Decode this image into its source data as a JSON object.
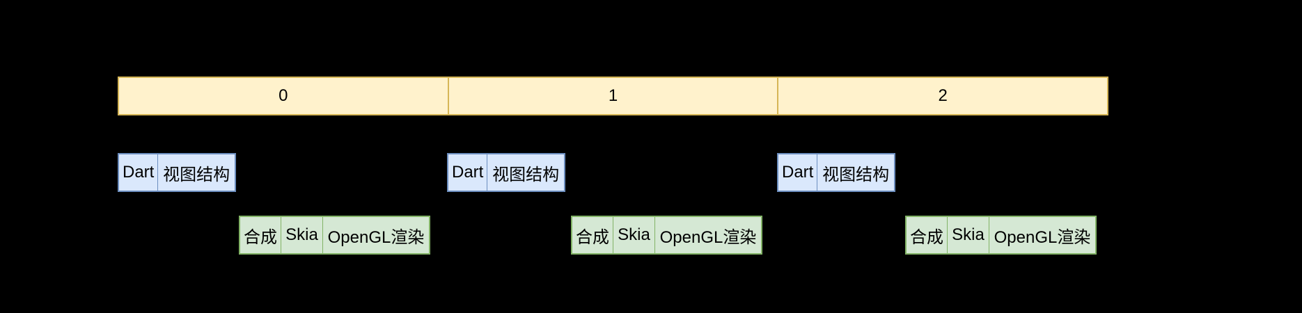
{
  "diagram": {
    "description_colors": {
      "background": "#000000",
      "timeline_fill": "#FFF2CC",
      "timeline_border": "#D6B656",
      "ui_box_fill": "#DAE8FC",
      "ui_box_border": "#6C8EBF",
      "gpu_box_fill": "#D5E8D4",
      "gpu_box_border": "#82B366",
      "text": "#000000"
    },
    "timeline": {
      "sections": [
        {
          "label": "0"
        },
        {
          "label": "1"
        },
        {
          "label": "2"
        }
      ]
    },
    "frames": [
      {
        "frame_label": "0",
        "ui_cells": [
          "Dart",
          "视图结构"
        ],
        "gpu_cells": [
          "合成",
          "Skia",
          "OpenGL渲染"
        ]
      },
      {
        "frame_label": "1",
        "ui_cells": [
          "Dart",
          "视图结构"
        ],
        "gpu_cells": [
          "合成",
          "Skia",
          "OpenGL渲染"
        ]
      },
      {
        "frame_label": "2",
        "ui_cells": [
          "Dart",
          "视图结构"
        ],
        "gpu_cells": [
          "合成",
          "Skia",
          "OpenGL渲染"
        ]
      }
    ]
  }
}
